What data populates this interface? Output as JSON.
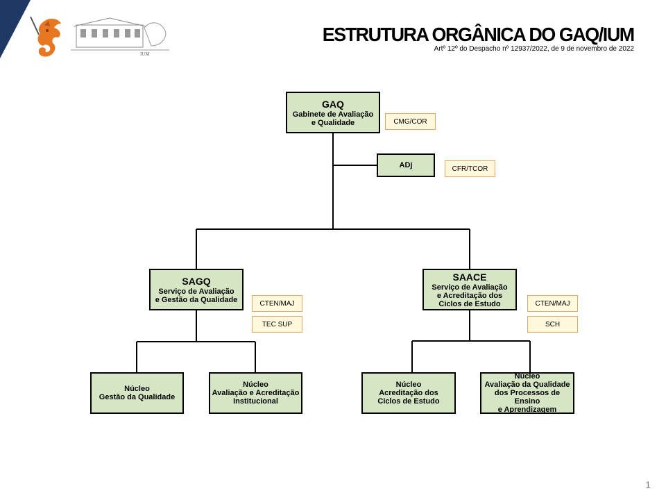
{
  "header": {
    "title": "ESTRUTURA ORGÂNICA DO GAQ/IUM",
    "subtitle": "Artº 12º do Despacho nº 12937/2022, de 9 de novembro de 2022",
    "logo_caption": "IUM"
  },
  "colors": {
    "corner_accent": "#1f3864",
    "unit_fill": "#d6e6c4",
    "tag_fill": "#fff8dc",
    "tag_border": "#e0a860",
    "emblem": "#e87722"
  },
  "org": {
    "gaq": {
      "abbr": "GAQ",
      "name": "Gabinete de Avaliação\ne Qualidade"
    },
    "adj": {
      "abbr": "ADj"
    },
    "sagq": {
      "abbr": "SAGQ",
      "name": "Serviço de Avaliação\ne Gestão da Qualidade"
    },
    "saace": {
      "abbr": "SAACE",
      "name": "Serviço de Avaliação\ne Acreditação dos\nCiclos de Estudo"
    },
    "nucleo_gq": {
      "name": "Núcleo\nGestão da Qualidade"
    },
    "nucleo_aai": {
      "name": "Núcleo\nAvaliação e Acreditação\nInstitucional"
    },
    "nucleo_ace": {
      "name": "Núcleo\nAcreditação dos\nCiclos de Estudo"
    },
    "nucleo_aqpea": {
      "name": "Núcleo\nAvaliação da Qualidade\ndos Processos de Ensino\ne Aprendizagem"
    }
  },
  "tags": {
    "gaq": "CMG/COR",
    "adj": "CFR/TCOR",
    "sagq_1": "CTEN/MAJ",
    "sagq_2": "TEC  SUP",
    "saace_1": "CTEN/MAJ",
    "saace_2": "SCH"
  },
  "page_number": "1"
}
